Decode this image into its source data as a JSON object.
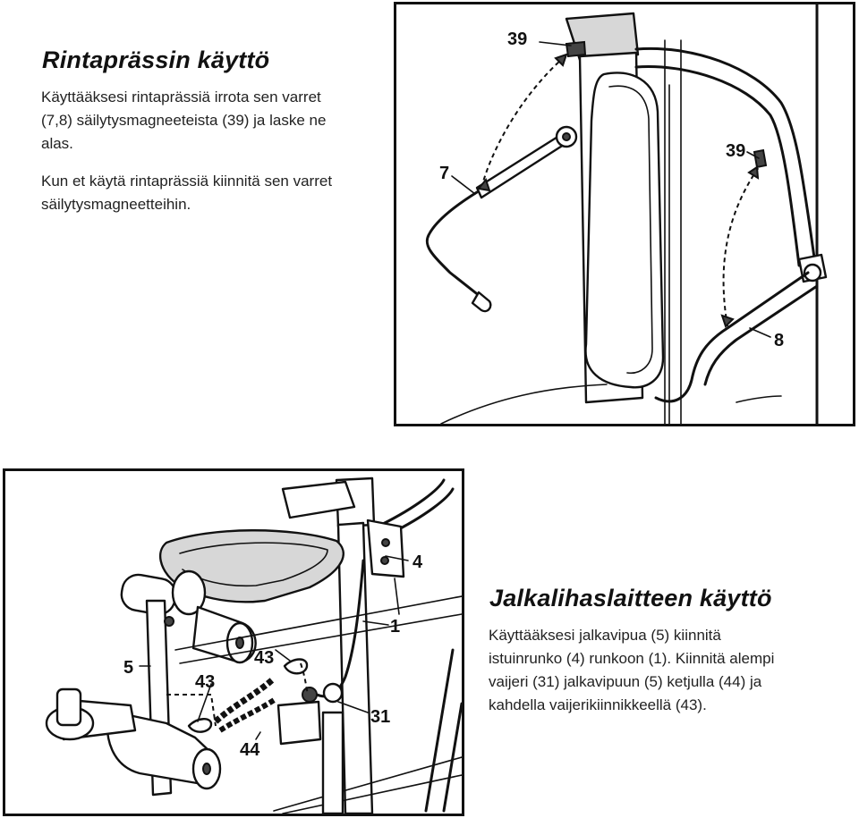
{
  "chest_section": {
    "title": "Rintaprässin käyttö",
    "paragraphs": [
      [
        "Käyttääksesi rintaprässiä irrota sen varret",
        "(7,8) säilytysmagneeteista (39) ja laske ne",
        "alas."
      ],
      [
        "Kun et käytä rintaprässiä kiinnitä sen varret",
        "säilytysmagneetteihin."
      ]
    ]
  },
  "leg_section": {
    "title": "Jalkalihaslaitteen käyttö",
    "paragraph": [
      "Käyttääksesi jalkavipua (5) kiinnitä",
      "istuinrunko (4) runkoon (1). Kiinnitä alempi",
      "vaijeri (31) jalkavipuun (5) ketjulla (44) ja",
      "kahdella vaijerikiinnikkeellä (43)."
    ]
  },
  "chest_figure": {
    "callouts": [
      "39",
      "7",
      "39",
      "8"
    ]
  },
  "leg_figure": {
    "callouts": [
      "4",
      "1",
      "43",
      "5",
      "43",
      "31",
      "44"
    ]
  }
}
